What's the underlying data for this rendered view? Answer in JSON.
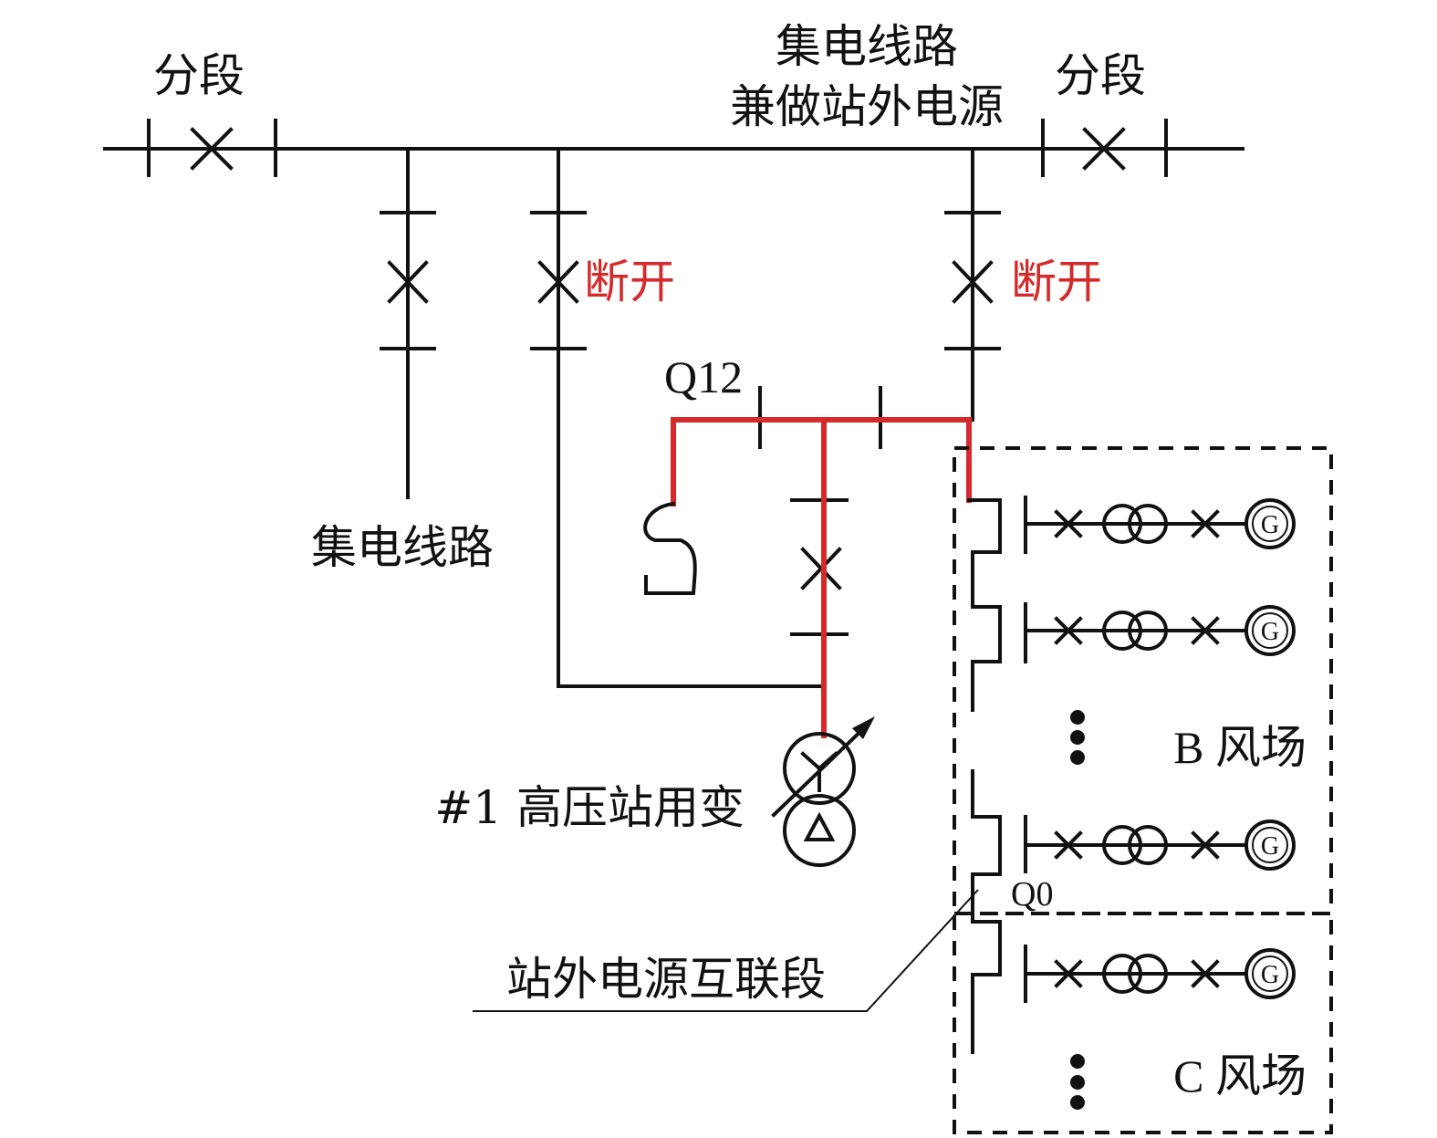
{
  "labels": {
    "section_left": "分段",
    "section_right": "分段",
    "top_line_1": "集电线路",
    "top_line_2": "兼做站外电源",
    "open_left": "断开",
    "open_right": "断开",
    "feeder_label": "集电线路",
    "q12": "Q12",
    "transformer": "#1 高压站用变",
    "q0": "Q0",
    "interconnect": "站外电源互联段",
    "farm_b": "B 风场",
    "farm_c": "C 风场",
    "generator_letter": "G"
  },
  "colors": {
    "line": "#111111",
    "energized_path": "#d42a2a",
    "open_label": "#d42a2a"
  },
  "icons": {
    "breaker": "breaker-x-icon",
    "generator": "generator-g-icon",
    "transformer": "two-winding-transformer-icon",
    "station_transformer": "adjustable-star-delta-transformer-icon",
    "cable_termination": "cable-termination-icon"
  }
}
